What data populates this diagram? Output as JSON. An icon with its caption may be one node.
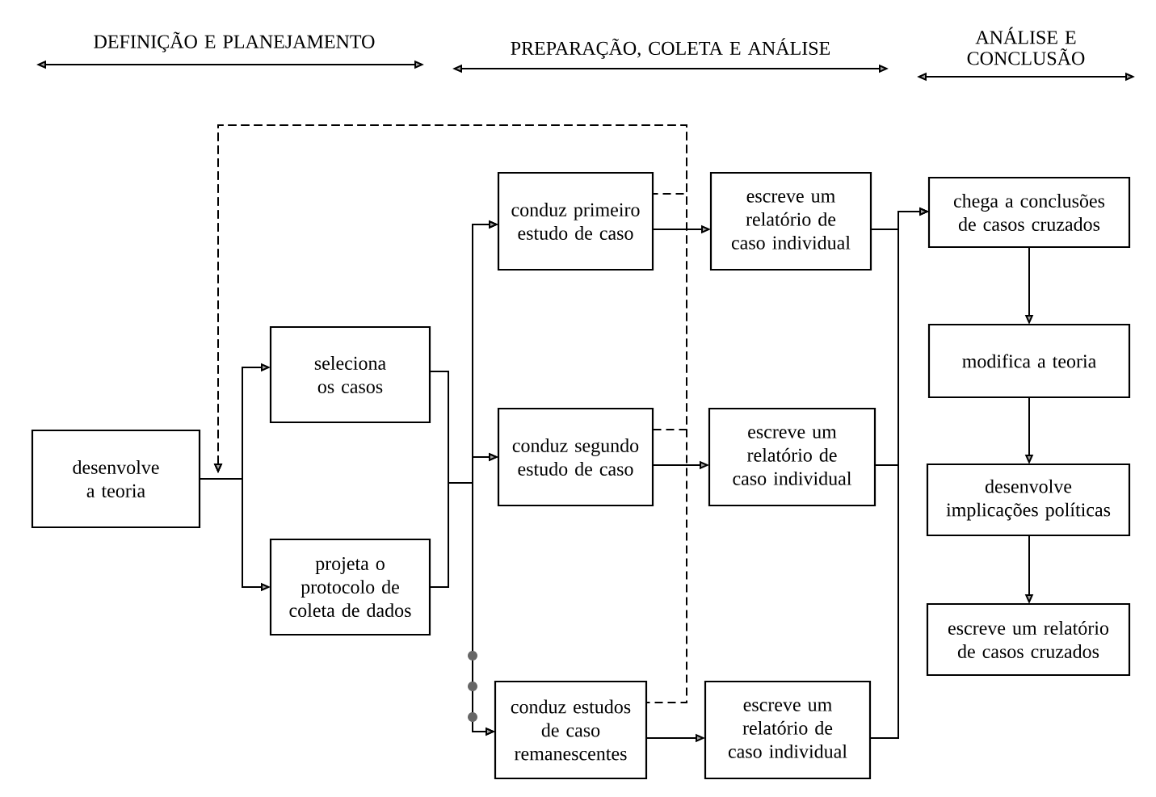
{
  "diagram": {
    "nodes": [
      {
        "text": [
          "desenvolve a teoria"
        ]
      },
      {
        "text": [
          "seleciona os casos"
        ]
      },
      {
        "text": [
          "projeta o protocolo de coleta de dados"
        ]
      },
      {
        "text": [
          "conduz primeiro estudo de caso"
        ]
      },
      {
        "text": [
          "conduz segundo estudo de caso"
        ]
      },
      {
        "text": [
          "conduz estudos de caso remanescentes"
        ]
      },
      {
        "text": [
          "escreve um relatório de caso individual"
        ]
      },
      {
        "text": [
          "escreve um relatório de caso individual"
        ]
      },
      {
        "text": [
          "escreve um relatório de caso individual"
        ]
      },
      {
        "text": [
          "chega a conclusões de casos cruzados"
        ]
      },
      {
        "text": [
          "modifica a teoria"
        ]
      },
      {
        "text": [
          "desenvolve implicações políticas"
        ]
      },
      {
        "text": [
          "escreve um relatório de casos cruzados"
        ]
      }
    ],
    "edges": [
      {
        "from": 0,
        "to": 1,
        "arrow": "to"
      },
      {
        "from": 0,
        "to": 2,
        "arrow": "to"
      },
      {
        "from": 1,
        "to": 3,
        "arrow": "to"
      },
      {
        "from": 1,
        "to": 4,
        "arrow": "to"
      },
      {
        "from": 1,
        "to": 5,
        "arrow": "to"
      },
      {
        "from": 2,
        "to": 3,
        "arrow": "to"
      },
      {
        "from": 2,
        "to": 4,
        "arrow": "to"
      },
      {
        "from": 2,
        "to": 5,
        "arrow": "to"
      },
      {
        "from": 3,
        "to": 6,
        "arrow": "to"
      },
      {
        "from": 4,
        "to": 7,
        "arrow": "to"
      },
      {
        "from": 5,
        "to": 8,
        "arrow": "to"
      },
      {
        "from": 6,
        "to": 9,
        "arrow": "to"
      },
      {
        "from": 7,
        "to": 9,
        "arrow": "to"
      },
      {
        "from": 8,
        "to": 9,
        "arrow": "to"
      },
      {
        "from": 9,
        "to": 10,
        "arrow": "to"
      },
      {
        "from": 10,
        "to": 11,
        "arrow": "to"
      },
      {
        "from": 11,
        "to": 12,
        "arrow": "to"
      },
      {
        "from": 3,
        "to": 0,
        "arrow": "to",
        "style": "dashed"
      },
      {
        "from": 4,
        "to": 0,
        "arrow": "to",
        "style": "dashed"
      },
      {
        "from": 5,
        "to": 0,
        "arrow": "to",
        "style": "dashed"
      }
    ],
    "labels": [
      "DEFINIÇÃO E PLANEJAMENTO",
      "PREPARAÇÃO, COLETA E ANÁLISE",
      "ANÁLISE E CONCLUSÃO"
    ]
  }
}
